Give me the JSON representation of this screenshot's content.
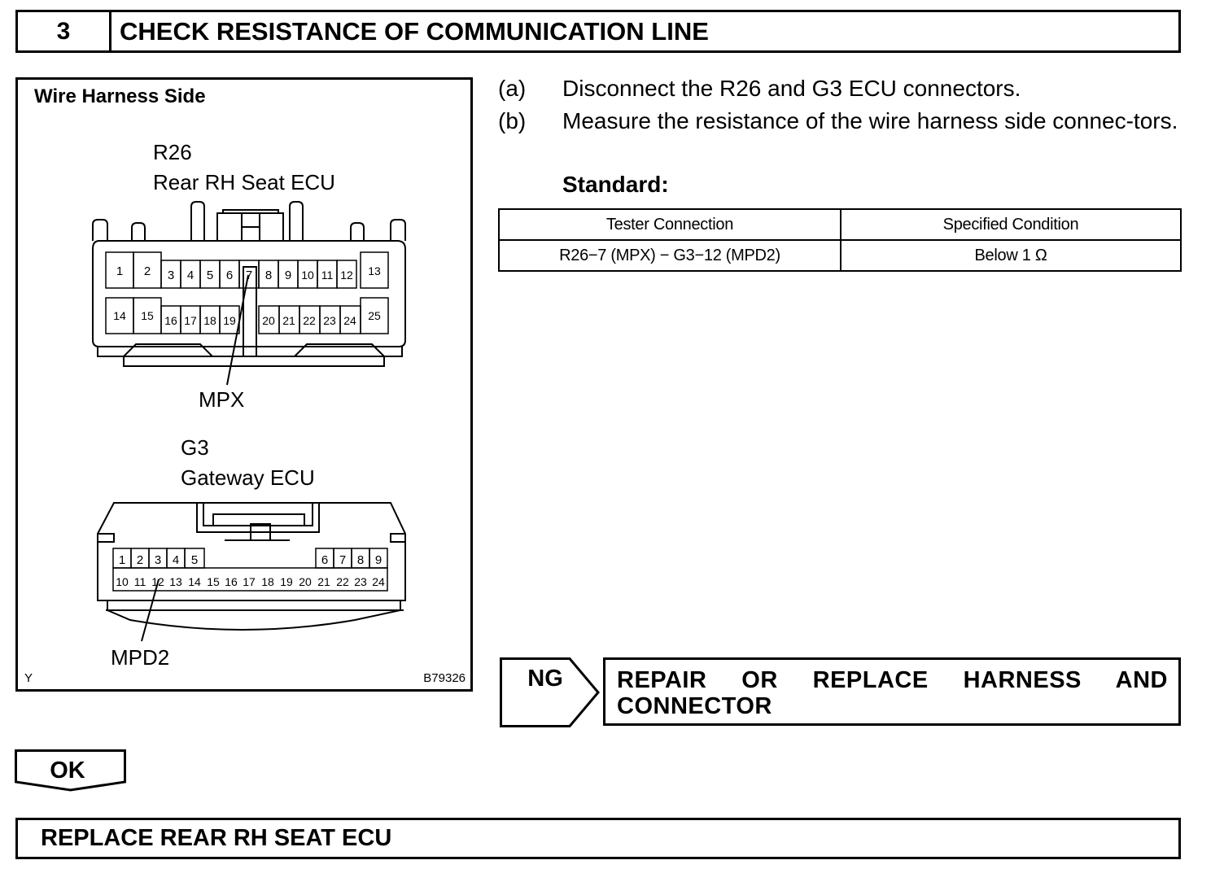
{
  "header": {
    "step_number": "3",
    "title": "CHECK RESISTANCE OF COMMUNICATION LINE"
  },
  "diagram": {
    "title": "Wire Harness Side",
    "connector_r26": {
      "code": "R26",
      "name": "Rear RH Seat ECU",
      "pins_row1": [
        "1",
        "2",
        "3",
        "4",
        "5",
        "6",
        "7",
        "8",
        "9",
        "10",
        "11",
        "12",
        "13"
      ],
      "pins_row2": [
        "14",
        "15",
        "16",
        "17",
        "18",
        "19",
        "20",
        "21",
        "22",
        "23",
        "24",
        "25"
      ],
      "terminal_label": "MPX"
    },
    "connector_g3": {
      "code": "G3",
      "name": "Gateway ECU",
      "pins_row1_left": [
        "1",
        "2",
        "3",
        "4",
        "5"
      ],
      "pins_row1_right": [
        "6",
        "7",
        "8",
        "9"
      ],
      "pins_row2": [
        "10",
        "11",
        "12",
        "13",
        "14",
        "15",
        "16",
        "17",
        "18",
        "19",
        "20",
        "21",
        "22",
        "23",
        "24"
      ],
      "terminal_label": "MPD2"
    },
    "corner_mark": "Y",
    "figure_code": "B79326"
  },
  "steps": [
    {
      "marker": "(a)",
      "text": "Disconnect the R26 and G3 ECU connectors."
    },
    {
      "marker": "(b)",
      "text": "Measure the resistance of the wire harness side connec-tors."
    }
  ],
  "standard_label": "Standard:",
  "spec_table": {
    "headers": [
      "Tester Connection",
      "Specified Condition"
    ],
    "rows": [
      [
        "R26−7 (MPX) − G3−12 (MPD2)",
        "Below 1 Ω"
      ]
    ]
  },
  "ng": {
    "label": "NG",
    "result": "REPAIR OR REPLACE HARNESS AND CONNECTOR"
  },
  "ok": {
    "label": "OK"
  },
  "final_action": "REPLACE REAR RH SEAT ECU"
}
